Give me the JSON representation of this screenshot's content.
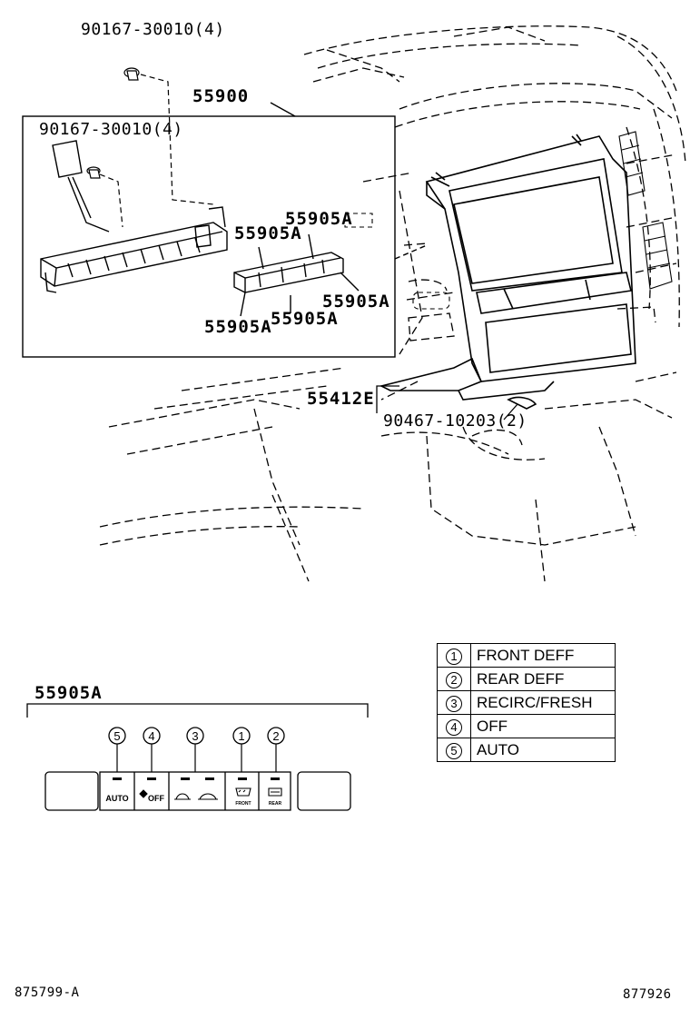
{
  "callouts": {
    "screw_top": "90167-30010(4)",
    "assembly": "55900",
    "screw_inner": "90167-30010(4)",
    "switch_1": "55905A",
    "switch_2": "55905A",
    "switch_3": "55905A",
    "switch_4": "55905A",
    "switch_5": "55905A",
    "bracket": "55412E",
    "clip": "90467-10203(2)",
    "detail_title": "55905A"
  },
  "button_markers": [
    "5",
    "4",
    "3",
    "1",
    "2"
  ],
  "button_labels": {
    "auto": "AUTO",
    "off": "OFF",
    "front": "FRONT",
    "rear": "REAR"
  },
  "legend": [
    {
      "num": "1",
      "text": "FRONT DEFF"
    },
    {
      "num": "2",
      "text": "REAR DEFF"
    },
    {
      "num": "3",
      "text": "RECIRC/FRESH"
    },
    {
      "num": "4",
      "text": "OFF"
    },
    {
      "num": "5",
      "text": "AUTO"
    }
  ],
  "footer": {
    "left_code": "875799-A",
    "right_code": "877926"
  }
}
